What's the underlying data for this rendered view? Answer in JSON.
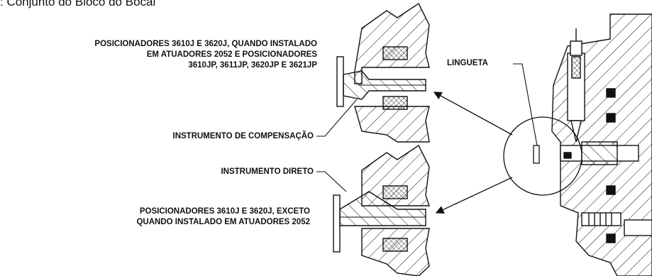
{
  "title": ": Conjunto do Bloco do Bocal",
  "labels": {
    "positioners_top_line1": "POSICIONADORES 3610J E 3620J, QUANDO INSTALADO",
    "positioners_top_line2": "EM ATUADORES 2052 E POSICIONADORES",
    "positioners_top_line3": "3610JP, 3611JP, 3620JP E 3621JP",
    "lingueta": "LINGUETA",
    "compensation": "INSTRUMENTO DE COMPENSAÇÃO",
    "direct": "INSTRUMENTO DIRETO",
    "positioners_bottom_line1": "POSICIONADORES 3610J E 3620J, EXCETO",
    "positioners_bottom_line2": "QUANDO INSTALADO EM ATUADORES 2052"
  },
  "colors": {
    "ink": "#111111",
    "background": "#ffffff"
  }
}
